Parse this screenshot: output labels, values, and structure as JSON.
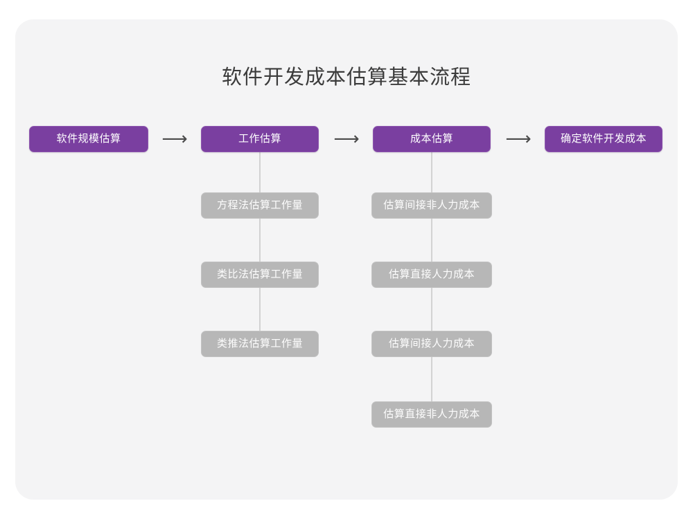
{
  "page": {
    "background_color": "#ffffff",
    "card_color": "#f4f4f5"
  },
  "diagram": {
    "title": "软件开发成本估算基本流程",
    "type": "flowchart",
    "colors": {
      "primary": "#7a3fa0",
      "secondary": "#b7b7b7",
      "connector": "#d2d2d2",
      "arrow": "#4a4a4a",
      "title_text": "#3b3b3b",
      "node_text": "#ffffff"
    },
    "arrows": [
      {
        "glyph": "⟶",
        "name": "arrow-stage-1-to-2"
      },
      {
        "glyph": "⟶",
        "name": "arrow-stage-2-to-3"
      },
      {
        "glyph": "⟶",
        "name": "arrow-stage-3-to-4"
      }
    ],
    "stages": [
      {
        "id": "stage-1",
        "label": "软件规模估算",
        "children": []
      },
      {
        "id": "stage-2",
        "label": "工作估算",
        "children": [
          {
            "label": "方程法估算工作量"
          },
          {
            "label": "类比法估算工作量"
          },
          {
            "label": "类推法估算工作量"
          }
        ]
      },
      {
        "id": "stage-3",
        "label": "成本估算",
        "children": [
          {
            "label": "估算间接非人力成本"
          },
          {
            "label": "估算直接人力成本"
          },
          {
            "label": "估算间接人力成本"
          },
          {
            "label": "估算直接非人力成本"
          }
        ]
      },
      {
        "id": "stage-4",
        "label": "确定软件开发成本",
        "children": []
      }
    ]
  }
}
